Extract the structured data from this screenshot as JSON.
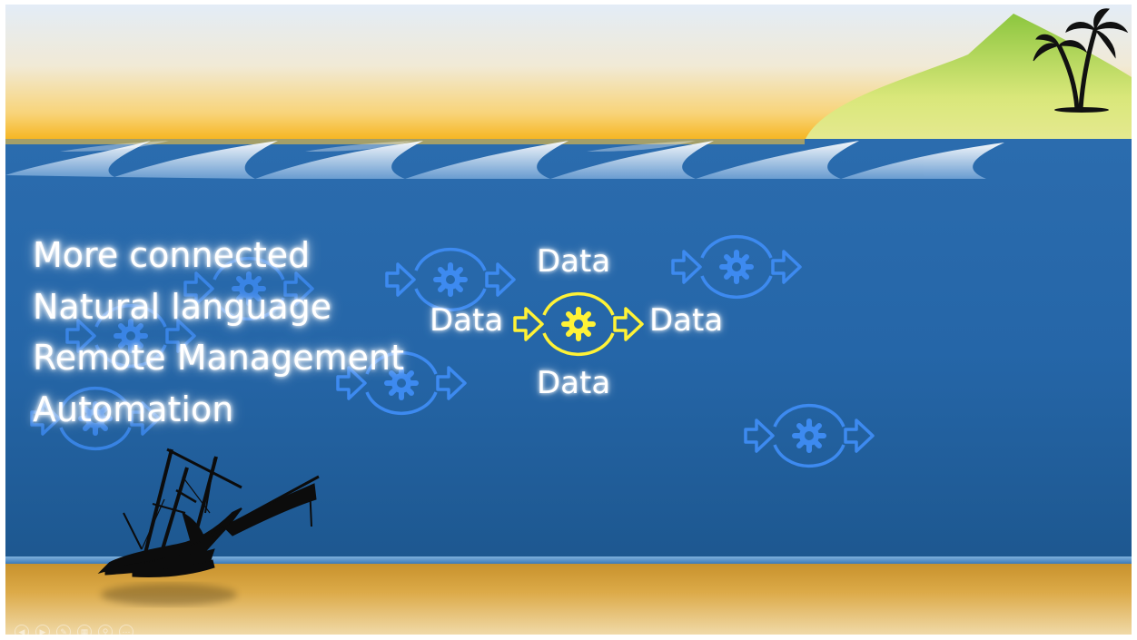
{
  "bullets": [
    "More connected",
    "Natural language",
    "Remote Management",
    "Automation"
  ],
  "data_labels": {
    "top": "Data",
    "left": "Data",
    "right": "Data",
    "bottom": "Data"
  },
  "colors": {
    "sky_top": "#e3ecf7",
    "horizon": "#f7b723",
    "ocean_top": "#2f6fb1",
    "ocean_bottom": "#1e5a96",
    "island": "#8cc63f",
    "sand": "#e2b250",
    "flow_icon": "#3d8af0",
    "flow_icon_highlight": "#fff236"
  },
  "icons": {
    "flow": "gear-arrows-icon",
    "ship": "shipwreck-icon",
    "palm": "palm-tree-icon"
  },
  "controls": [
    "previous-icon",
    "next-icon",
    "pen-icon",
    "grid-icon",
    "zoom-icon",
    "more-icon"
  ]
}
